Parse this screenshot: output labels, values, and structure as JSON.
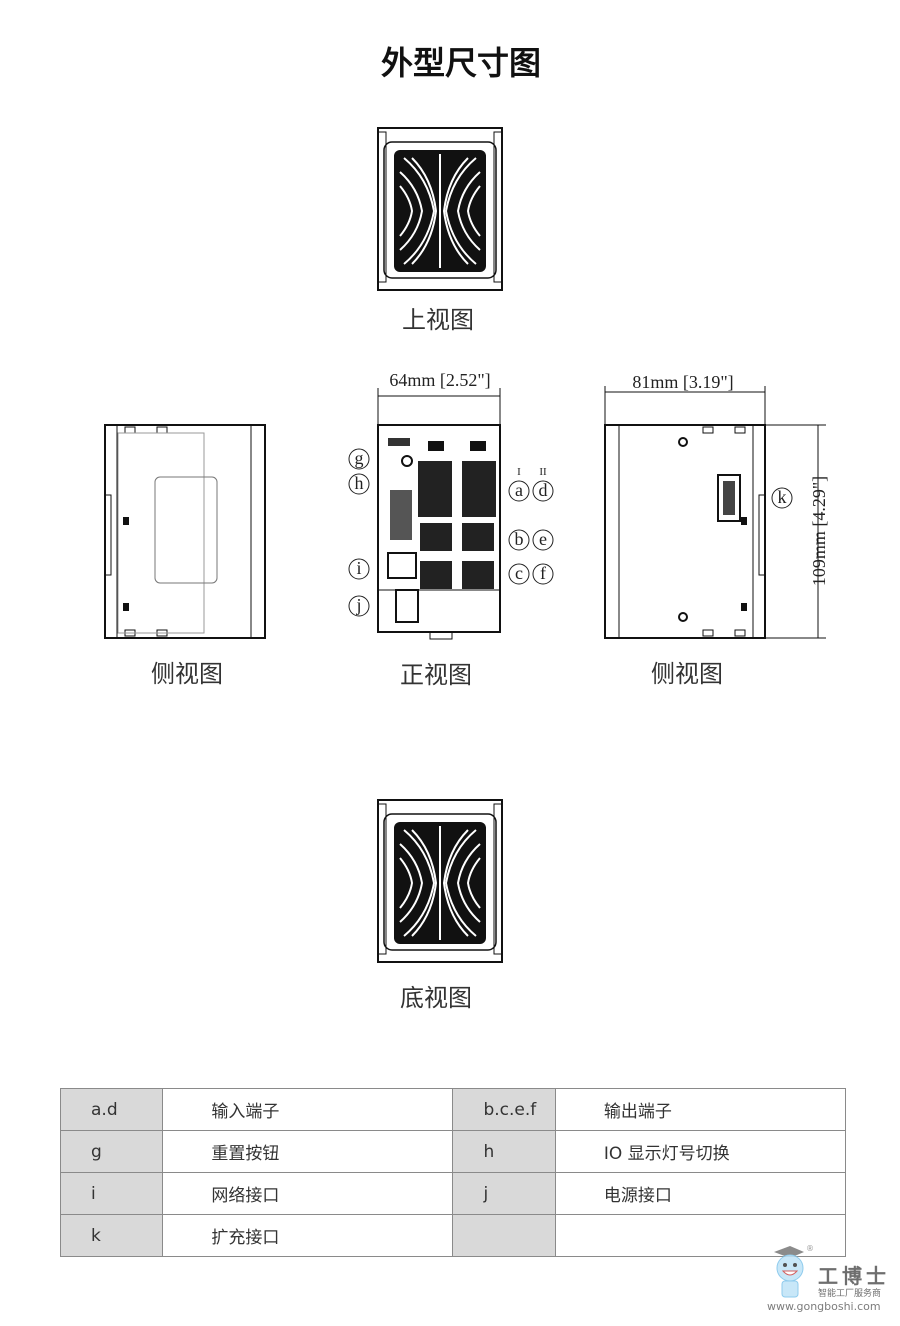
{
  "title": "外型尺寸图",
  "views": {
    "top": "上视图",
    "side_left": "侧视图",
    "front": "正视图",
    "side_right": "侧视图",
    "bottom": "底视图"
  },
  "dimensions": {
    "width": "64mm [2.52\"]",
    "depth": "81mm [3.19\"]",
    "height": "109mm [4.29\"]"
  },
  "callouts": {
    "a": "a",
    "b": "b",
    "c": "c",
    "d": "d",
    "e": "e",
    "f": "f",
    "g": "g",
    "h": "h",
    "i": "i",
    "j": "j",
    "k": "k",
    "group1": "I",
    "group2": "II"
  },
  "legend": [
    {
      "key1": "a.d",
      "val1": "输入端子",
      "key2": "b.c.e.f",
      "val2": "输出端子"
    },
    {
      "key1": "g",
      "val1": "重置按钮",
      "key2": "h",
      "val2": "IO 显示灯号切换"
    },
    {
      "key1": "i",
      "val1": "网络接口",
      "key2": "j",
      "val2": "电源接口"
    },
    {
      "key1": "k",
      "val1": "扩充接口",
      "key2": "",
      "val2": ""
    }
  ],
  "watermark": {
    "name": "工博士",
    "tagline": "智能工厂服务商",
    "url": "www.gongboshi.com",
    "reg": "®"
  }
}
